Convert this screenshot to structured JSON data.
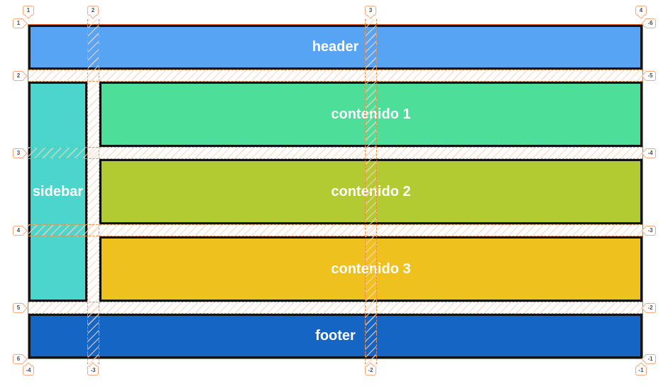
{
  "blocks": [
    {
      "id": "header",
      "label": "header",
      "color_key": "header"
    },
    {
      "id": "contenido1",
      "label": "contenido 1",
      "color_key": "contenido1"
    },
    {
      "id": "contenido2",
      "label": "contenido 2",
      "color_key": "contenido2"
    },
    {
      "id": "contenido3",
      "label": "contenido 3",
      "color_key": "contenido3"
    },
    {
      "id": "sidebar",
      "label": "sidebar",
      "color_key": "sidebar"
    },
    {
      "id": "footer",
      "label": "footer",
      "color_key": "footer"
    }
  ],
  "grid_line_numbers": {
    "top": [
      "1",
      "2",
      "3",
      "4"
    ],
    "bottom": [
      "-4",
      "-3",
      "-2",
      "-1"
    ],
    "left": [
      "1",
      "2",
      "3",
      "4",
      "5",
      "6"
    ],
    "right": [
      "-6",
      "-5",
      "-4",
      "-3",
      "-2",
      "-1"
    ]
  },
  "colors": {
    "header": "#58a4f4",
    "contenido1": "#4ddf99",
    "contenido2": "#b2cb33",
    "contenido3": "#eec11e",
    "sidebar": "#4bd5cc",
    "footer": "#1565c4",
    "grid_line_orange": "#ee8a44",
    "block_border_black": "#141414",
    "label_text": "#ffffff",
    "marker_border": "#f4a87d",
    "marker_text": "#4d4d4d"
  }
}
